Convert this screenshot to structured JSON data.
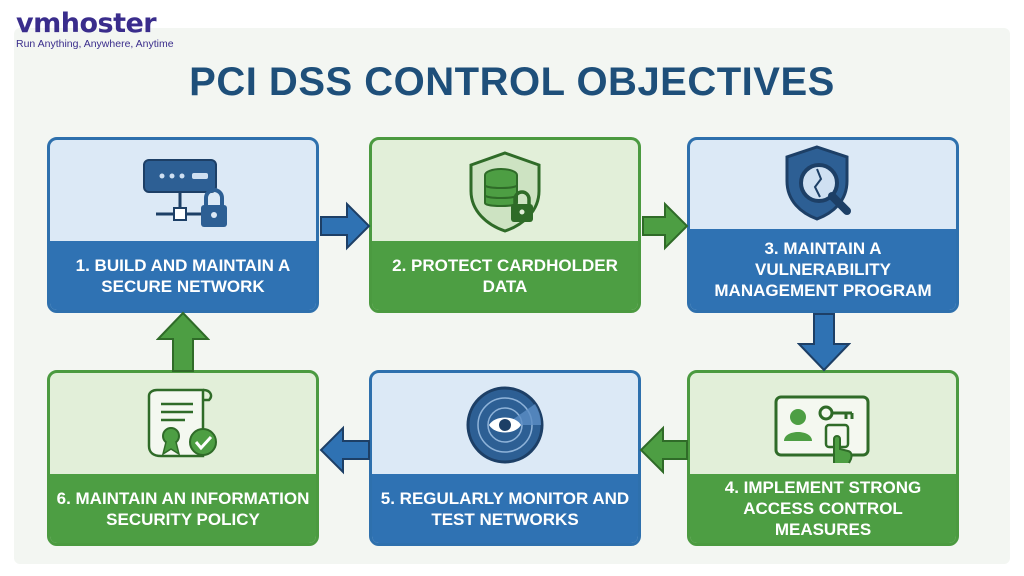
{
  "brand": {
    "name": "vmhoster",
    "tagline": "Run Anything, Anywhere, Anytime"
  },
  "title": "PCI DSS CONTROL OBJECTIVES",
  "colors": {
    "blue": "#2f72b3",
    "green": "#4d9e43",
    "title": "#1e4f7a",
    "brand": "#3a2d8c"
  },
  "steps": [
    {
      "label": "1. BUILD AND MAINTAIN A SECURE NETWORK",
      "icon": "server-lock-icon",
      "color": "blue"
    },
    {
      "label": "2. PROTECT CARDHOLDER DATA",
      "icon": "shield-database-lock-icon",
      "color": "green"
    },
    {
      "label": "3. MAINTAIN A VULNERABILITY MANAGEMENT PROGRAM",
      "icon": "shield-magnifier-icon",
      "color": "blue"
    },
    {
      "label": "4. IMPLEMENT STRONG ACCESS CONTROL MEASURES",
      "icon": "id-key-fingerprint-icon",
      "color": "green"
    },
    {
      "label": "5. REGULARLY MONITOR AND TEST NETWORKS",
      "icon": "radar-eye-icon",
      "color": "blue"
    },
    {
      "label": "6. MAINTAIN AN INFORMATION SECURITY POLICY",
      "icon": "certificate-scroll-icon",
      "color": "green"
    }
  ],
  "flow": [
    "1→2",
    "2→3",
    "3→4",
    "4→5",
    "5→6",
    "6→1"
  ]
}
